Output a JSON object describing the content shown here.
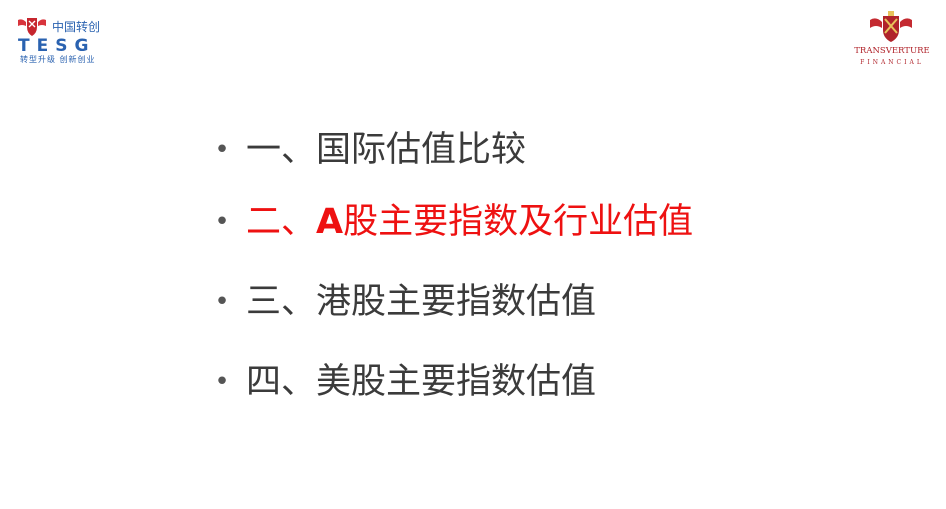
{
  "logo_left": {
    "cn_name": "中国转创",
    "abbr": "TESG",
    "slogan": "转型升级 创新创业",
    "color": "#2a62b0",
    "emblem_icon": "shield-wings-icon"
  },
  "logo_right": {
    "brand": "TRANSVERTURE",
    "sub": "FINANCIAL",
    "color": "#b0232a",
    "crest_icon": "crossed-keys-crest-icon"
  },
  "agenda": {
    "bullet": "•",
    "items": [
      {
        "prefix": "一、",
        "letter": "",
        "text": "国际估值比较",
        "active": false
      },
      {
        "prefix": "二、",
        "letter": "A",
        "text": "股主要指数及行业估值",
        "active": true
      },
      {
        "prefix": "三、",
        "letter": "",
        "text": "港股主要指数估值",
        "active": false
      },
      {
        "prefix": "四、",
        "letter": "",
        "text": "美股主要指数估值",
        "active": false
      }
    ],
    "text_color": "#3b3b3b",
    "active_color": "#ee1111"
  }
}
